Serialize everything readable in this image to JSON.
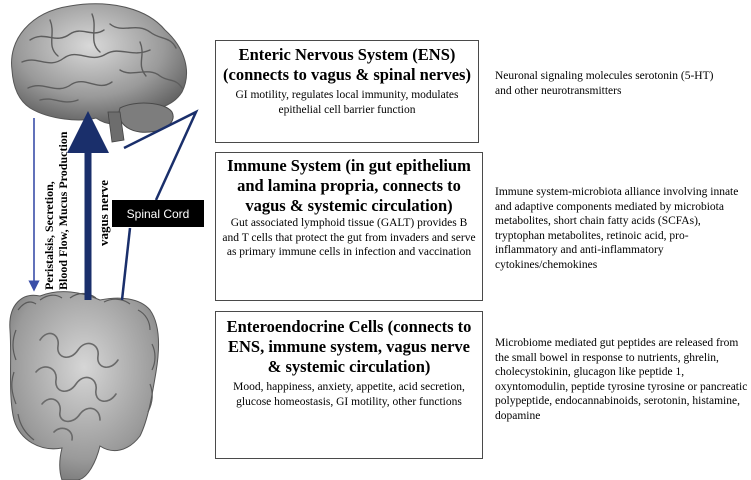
{
  "ens": {
    "title": "Enteric Nervous System (ENS) (connects to vagus & spinal nerves)",
    "body": "GI motility, regulates local immunity, modulates epithelial cell barrier function",
    "note": "Neuronal signaling molecules serotonin (5-HT) and other neurotransmitters"
  },
  "immune": {
    "title": "Immune System (in gut epithelium and lamina propria, connects to vagus & systemic circulation)",
    "body": "Gut associated lymphoid tissue (GALT) provides B and T cells that protect the gut from invaders and serve as primary immune cells in infection and vaccination",
    "note": "Immune system-microbiota alliance involving innate and adaptive components mediated by microbiota metabolites, short chain fatty acids (SCFAs), tryptophan metabolites, retinoic acid, pro-inflammatory and anti-inflammatory cytokines/chemokines"
  },
  "eec": {
    "title": "Enteroendocrine Cells (connects to ENS, immune system, vagus nerve & systemic circulation)",
    "body": "Mood, happiness, anxiety, appetite, acid secretion, glucose homeostasis, GI motility, other functions",
    "note": "Microbiome mediated gut peptides are released from the small bowel in response to nutrients, ghrelin, cholecystokinin, glucagon like peptide 1, oxyntomodulin, peptide tyrosine tyrosine or pancreatic polypeptide, endocannabinoids, serotonin, histamine, dopamine"
  },
  "labels": {
    "spinal_cord": "Spinal Cord",
    "vagus_nerve": "vagus nerve",
    "functions_line1": "Peristalsis, Secretion,",
    "functions_line2": "Blood Flow, Mucus Production"
  },
  "colors": {
    "vagus_arrow": "#1a2f6b",
    "spinal_line": "#1a2f6b",
    "thin_arrow": "#3a4ea8",
    "brain": "#8c8c8c",
    "intestine": "#9a9a9a"
  }
}
